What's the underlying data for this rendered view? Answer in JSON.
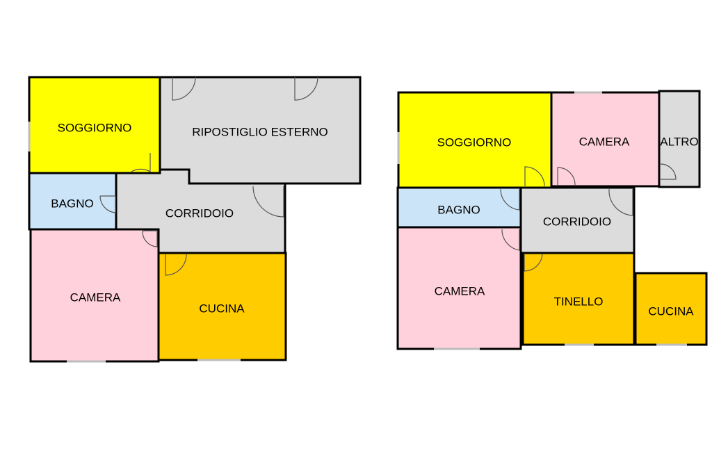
{
  "colors": {
    "soggiorno": "#ffff00",
    "camera": "#ffd1dc",
    "bagno": "#cce4f7",
    "cucina": "#ffcc00",
    "tinello": "#ffcc00",
    "service": "#dcdcdc",
    "wall": "#000000"
  },
  "plan_left": {
    "soggiorno": "SOGGIORNO",
    "ripostiglio": "RIPOSTIGLIO ESTERNO",
    "bagno": "BAGNO",
    "corridoio": "CORRIDOIO",
    "camera": "CAMERA",
    "cucina": "CUCINA"
  },
  "plan_right": {
    "soggiorno": "SOGGIORNO",
    "camera_top": "CAMERA",
    "altro": "ALTRO",
    "bagno": "BAGNO",
    "corridoio": "CORRIDOIO",
    "camera": "CAMERA",
    "tinello": "TINELLO",
    "cucina": "CUCINA"
  }
}
